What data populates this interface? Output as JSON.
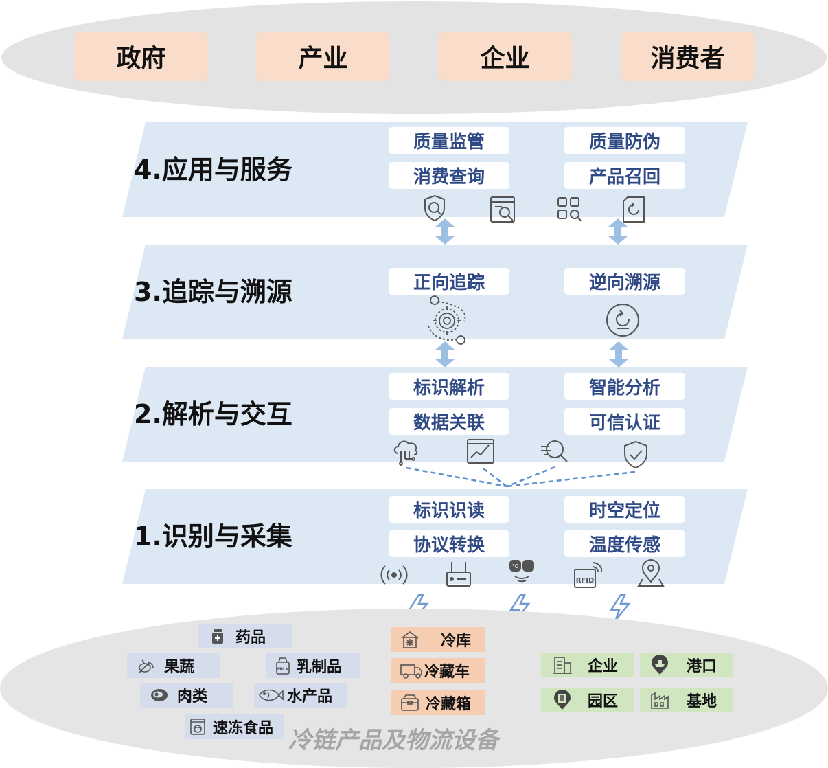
{
  "stakeholders": [
    "政府",
    "产业",
    "企业",
    "消费者"
  ],
  "layers": [
    {
      "title": "4.应用与服务",
      "functions": [
        "质量监管",
        "质量防伪",
        "消费查询",
        "产品召回"
      ]
    },
    {
      "title": "3.追踪与溯源",
      "functions": [
        "正向追踪",
        "逆向溯源"
      ]
    },
    {
      "title": "2.解析与交互",
      "functions": [
        "标识解析",
        "智能分析",
        "数据关联",
        "可信认证"
      ]
    },
    {
      "title": "1.识别与采集",
      "functions": [
        "标识识读",
        "时空定位",
        "协议转换",
        "温度传感"
      ]
    }
  ],
  "products": [
    "药品",
    "果蔬",
    "乳制品",
    "肉类",
    "水产品",
    "速冻食品"
  ],
  "storage": [
    "冷库",
    "冷藏车",
    "冷藏箱"
  ],
  "places": [
    "企业",
    "港口",
    "园区",
    "基地"
  ],
  "bottom_caption": "冷链产品及物流设备",
  "icon_labels": {
    "rfid": "RFID",
    "milk": "MILK",
    "temp_c": "°C"
  },
  "colors": {
    "stakeholder_box": "#f9dcc9",
    "layer_band": "#dde8f5",
    "function_text": "#2f4a85",
    "arrow": "#9dbfe3",
    "product_box": "#d5dded",
    "storage_box": "#f7cdb1",
    "place_box": "#cfe6c1",
    "caption": "#a5a5a5"
  }
}
